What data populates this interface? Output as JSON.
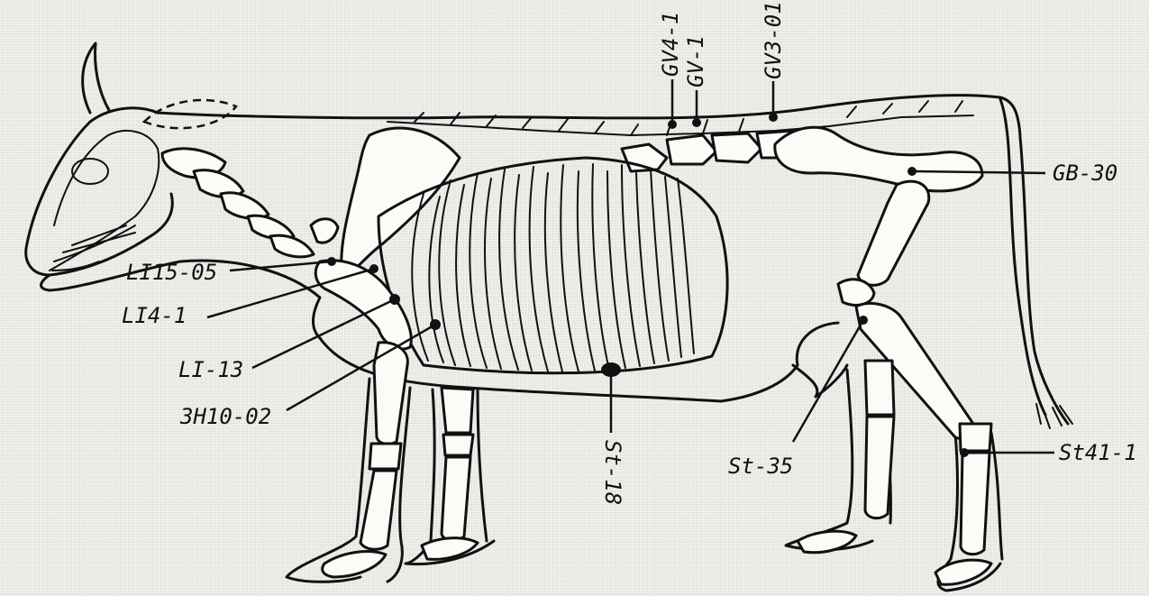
{
  "acupoints": [
    {
      "id": "gv4-1",
      "label": "GV4-1"
    },
    {
      "id": "gv-1",
      "label": "GV-1"
    },
    {
      "id": "gv3-01",
      "label": "GV3-01"
    },
    {
      "id": "gb-30",
      "label": "GB-30"
    },
    {
      "id": "li15-05",
      "label": "LI15-05"
    },
    {
      "id": "li4-1",
      "label": "LI4-1"
    },
    {
      "id": "li-13",
      "label": "LI-13"
    },
    {
      "id": "3h10-02",
      "label": "3H10-02"
    },
    {
      "id": "st-18",
      "label": "St-18"
    },
    {
      "id": "st-35",
      "label": "St-35"
    },
    {
      "id": "st41-1",
      "label": "St41-1"
    }
  ]
}
